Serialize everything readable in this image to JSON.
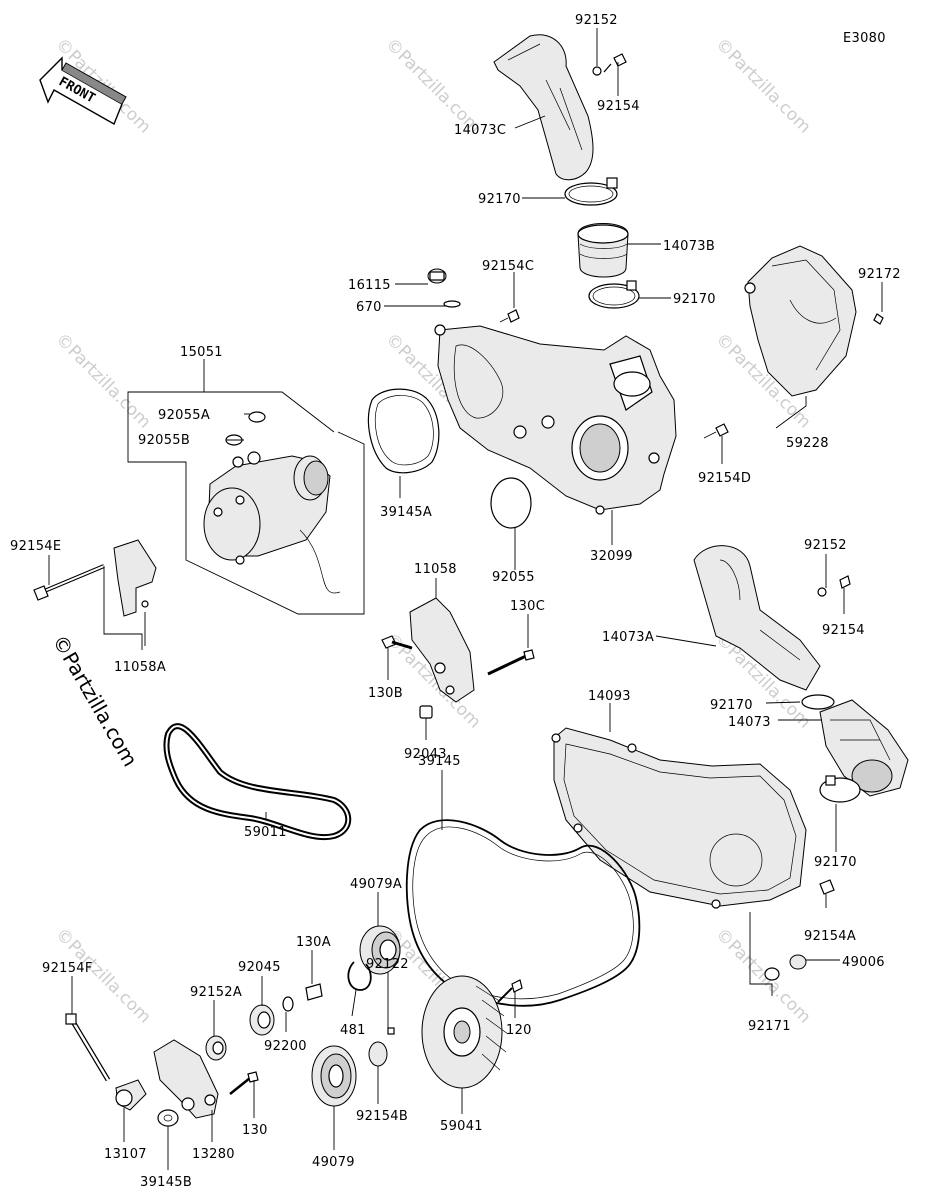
{
  "diagram_code": "E3080",
  "front_label": "FRONT",
  "watermark": "©Partzilla.com",
  "labels": {
    "p92152_top": "92152",
    "p92154_top": "92154",
    "p14073C": "14073C",
    "p92170_a": "92170",
    "p14073B": "14073B",
    "p92170_b": "92170",
    "p16115": "16115",
    "p92154C": "92154C",
    "p670": "670",
    "p92172": "92172",
    "p15051": "15051",
    "p92055A": "92055A",
    "p92055B": "92055B",
    "p39145A": "39145A",
    "p59228": "59228",
    "p92154D": "92154D",
    "p92154E": "92154E",
    "p92055": "92055",
    "p32099": "32099",
    "p11058": "11058",
    "p92152_mid": "92152",
    "p130C": "130C",
    "p14073A": "14073A",
    "p92154_mid": "92154",
    "p11058A": "11058A",
    "p130B": "130B",
    "p14093": "14093",
    "p92170_c": "92170",
    "p14073": "14073",
    "p92043": "92043",
    "p39145": "39145",
    "p59011": "59011",
    "p92170_d": "92170",
    "p49079A": "49079A",
    "p92154A": "92154A",
    "p49006": "49006",
    "p130A": "130A",
    "p92045": "92045",
    "p92152A": "92152A",
    "p92122": "92122",
    "p92154F": "92154F",
    "p481": "481",
    "p120": "120",
    "p92171": "92171",
    "p92200": "92200",
    "p130": "130",
    "p92154B": "92154B",
    "p59041": "59041",
    "p13107": "13107",
    "p13280": "13280",
    "p49079": "49079",
    "p39145B": "39145B"
  }
}
